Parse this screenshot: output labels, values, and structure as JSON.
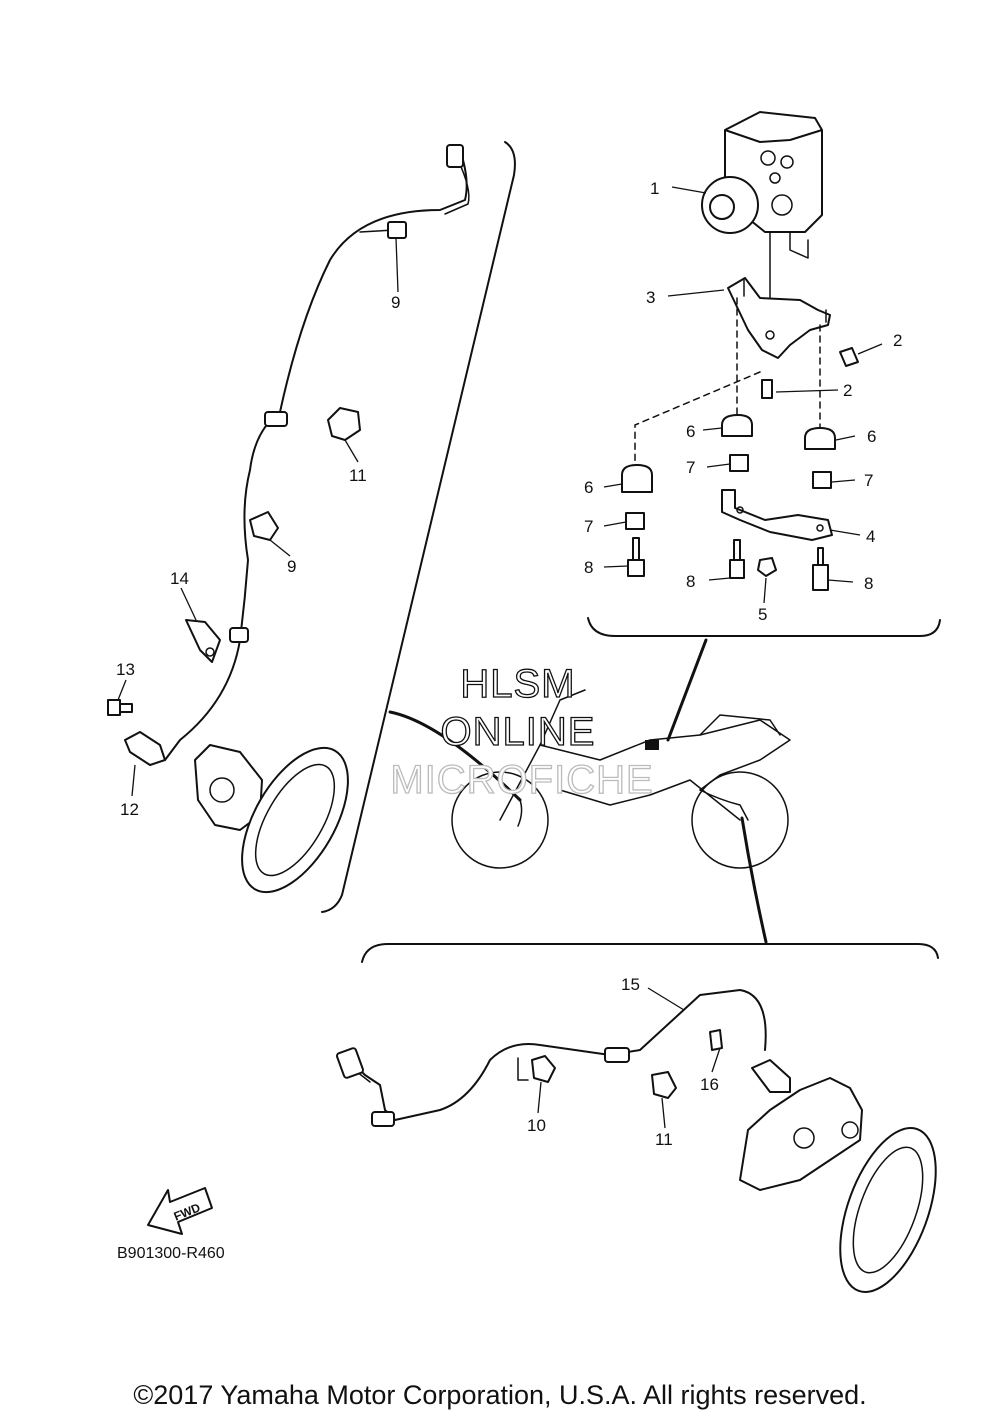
{
  "callouts": [
    {
      "id": "c1",
      "label": "1"
    },
    {
      "id": "c2a",
      "label": "2"
    },
    {
      "id": "c2b",
      "label": "2"
    },
    {
      "id": "c3",
      "label": "3"
    },
    {
      "id": "c4",
      "label": "4"
    },
    {
      "id": "c5",
      "label": "5"
    },
    {
      "id": "c6a",
      "label": "6"
    },
    {
      "id": "c6b",
      "label": "6"
    },
    {
      "id": "c6c",
      "label": "6"
    },
    {
      "id": "c7a",
      "label": "7"
    },
    {
      "id": "c7b",
      "label": "7"
    },
    {
      "id": "c7c",
      "label": "7"
    },
    {
      "id": "c8a",
      "label": "8"
    },
    {
      "id": "c8b",
      "label": "8"
    },
    {
      "id": "c8c",
      "label": "8"
    },
    {
      "id": "c9a",
      "label": "9"
    },
    {
      "id": "c9b",
      "label": "9"
    },
    {
      "id": "c10",
      "label": "10"
    },
    {
      "id": "c11a",
      "label": "11"
    },
    {
      "id": "c11b",
      "label": "11"
    },
    {
      "id": "c12",
      "label": "12"
    },
    {
      "id": "c13",
      "label": "13"
    },
    {
      "id": "c14",
      "label": "14"
    },
    {
      "id": "c15",
      "label": "15"
    },
    {
      "id": "c16",
      "label": "16"
    }
  ],
  "watermark": {
    "line1": "HLSM",
    "line2": "ONLINE",
    "line3": "MICROFICHE"
  },
  "fwd_label": "FWD",
  "diagram_code": "B901300-R460",
  "copyright": "©2017 Yamaha Motor Corporation, U.S.A. All rights reserved."
}
